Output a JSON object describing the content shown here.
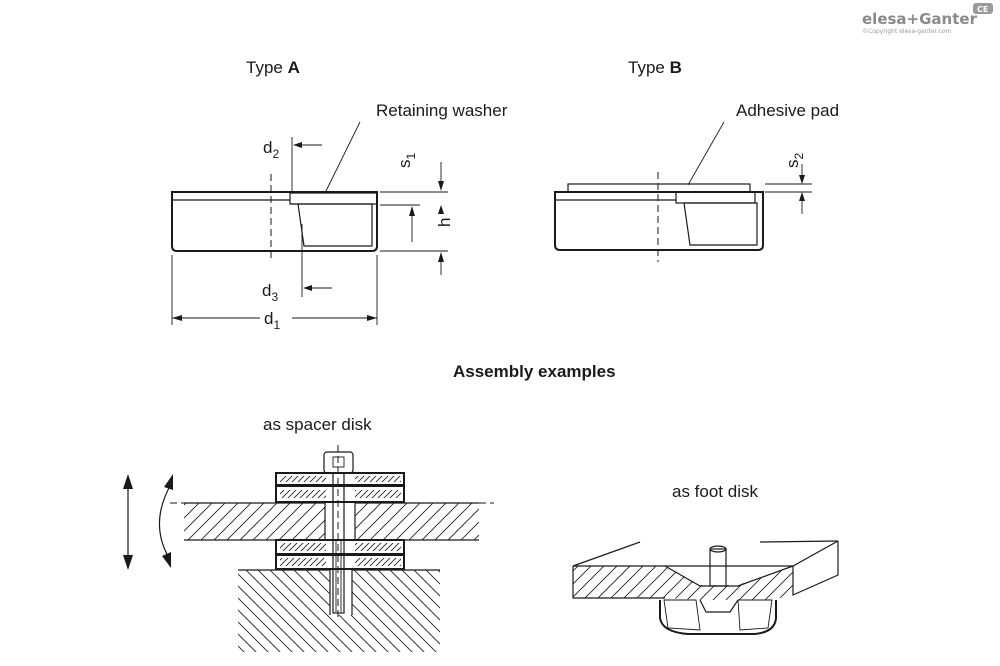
{
  "brand": {
    "logo_text": "elesa+Ganter",
    "copyright": "©Copyright elesa-ganter.com",
    "badge": "CE"
  },
  "type_a": {
    "prefix": "Type ",
    "letter": "A",
    "callout": "Retaining washer",
    "dims": {
      "d": "d",
      "d1_sub": "1",
      "d2_sub": "2",
      "d3_sub": "3",
      "s": "s",
      "s1_sub": "1",
      "h": "h"
    }
  },
  "type_b": {
    "prefix": "Type ",
    "letter": "B",
    "callout": "Adhesive pad",
    "dims": {
      "s": "s",
      "s2_sub": "2"
    }
  },
  "assembly": {
    "heading": "Assembly examples",
    "spacer_label": "as spacer disk",
    "foot_label": "as foot disk"
  },
  "colors": {
    "line": "#1a1a1a",
    "background": "#ffffff",
    "logo_grey": "#8a8a8a"
  }
}
